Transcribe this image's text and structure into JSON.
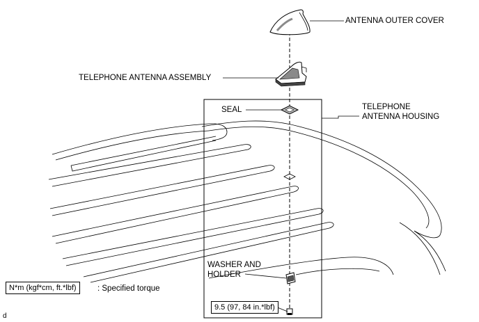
{
  "labels": {
    "outer_cover": "ANTENNA OUTER COVER",
    "antenna_assembly": "TELEPHONE ANTENNA ASSEMBLY",
    "seal": "SEAL",
    "housing_line1": "TELEPHONE",
    "housing_line2": "ANTENNA HOUSING",
    "washer_line1": "WASHER AND",
    "washer_line2": "HOLDER"
  },
  "torque_value": "9.5 (97, 84 in.*lbf)",
  "legend": {
    "unit": "N*m (kgf*cm, ft.*lbf)",
    "meaning": ": Specified torque"
  },
  "corner_mark": "d",
  "colors": {
    "line": "#000000",
    "part_fill": "#ffffff",
    "part_shade": "#8a8a8a"
  }
}
